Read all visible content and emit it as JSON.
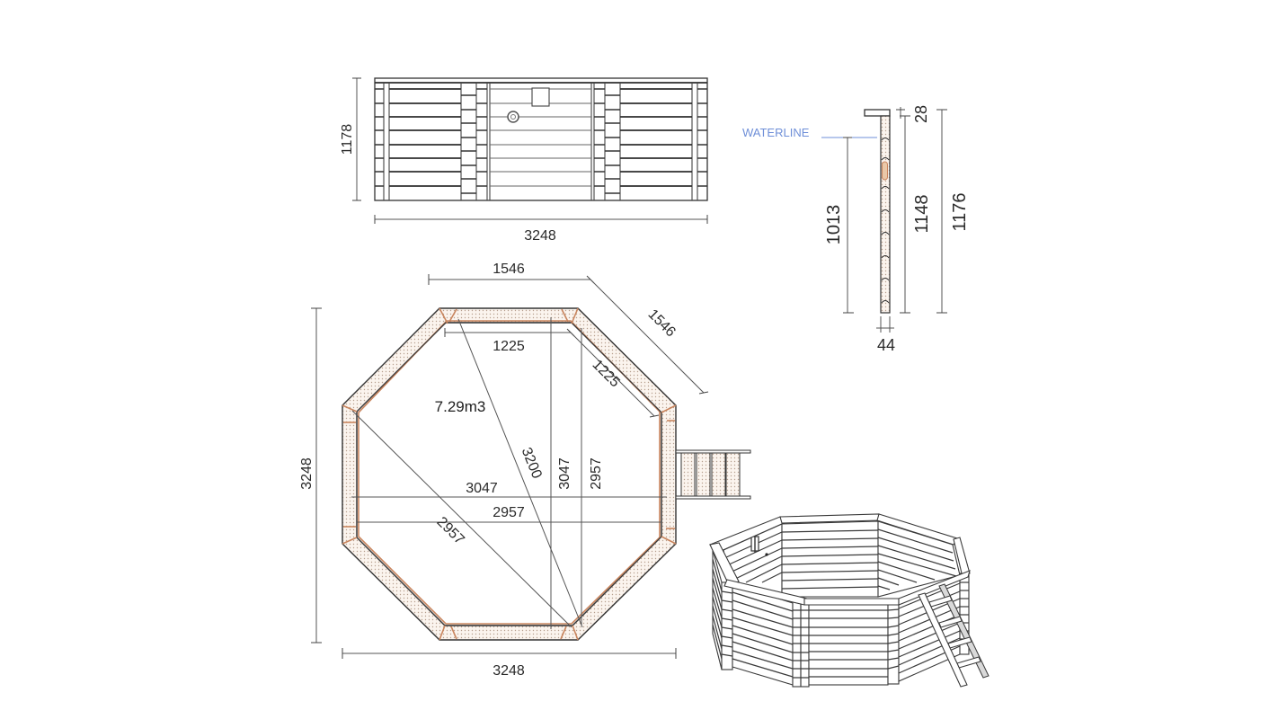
{
  "front_elevation": {
    "height_label": "1178",
    "width_label": "3248"
  },
  "wall_section": {
    "waterline_label": "WATERLINE",
    "water_depth_label": "1013",
    "inner_height_label": "1148",
    "overall_height_label": "1176",
    "coping_thickness_label": "28",
    "wall_thickness_label": "44"
  },
  "plan_view": {
    "outer_side_label": "1546",
    "outer_side_diagonal_label": "1546",
    "inner_side_label": "1225",
    "inner_side_diagonal_label": "1225",
    "volume_label": "7.29m3",
    "overall_height_label": "3248",
    "overall_width_label": "3248",
    "across_corners_horizontal_label": "3047",
    "across_flats_horizontal_label": "2957",
    "corner_to_corner_diagonal_label": "3200",
    "across_corners_vertical_label": "3047",
    "across_flats_vertical_label": "2957",
    "across_flats_diagonal_label": "2957"
  },
  "perspective_view": {
    "components": [
      "octagonal-wall-panels",
      "coping-rim",
      "skimmer",
      "ladder"
    ]
  },
  "colors": {
    "background": "#ffffff",
    "line": "#333333",
    "wall_accent": "#c9855e",
    "waterline": "#6f8fd8"
  }
}
